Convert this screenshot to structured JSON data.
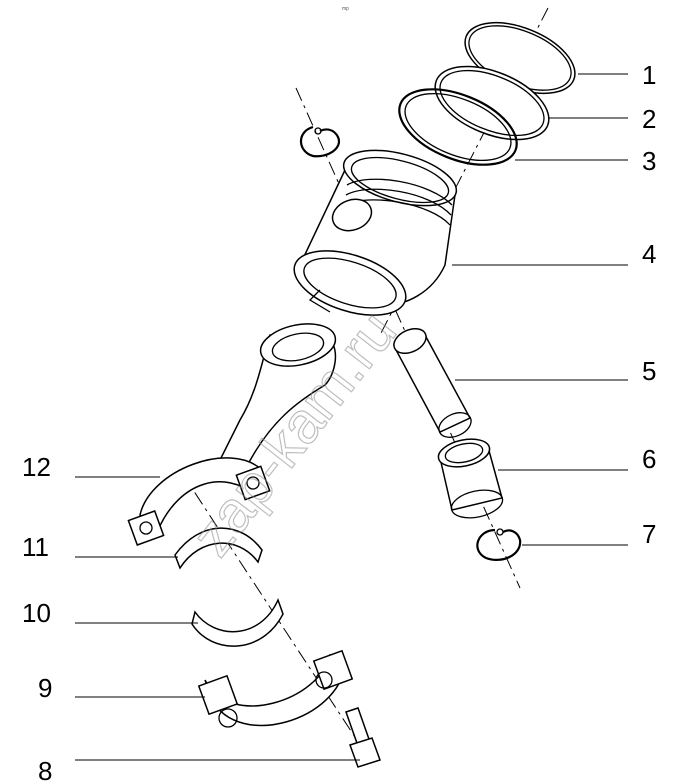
{
  "callouts": [
    {
      "id": "1",
      "label": "1"
    },
    {
      "id": "2",
      "label": "2"
    },
    {
      "id": "3",
      "label": "3"
    },
    {
      "id": "4",
      "label": "4"
    },
    {
      "id": "5",
      "label": "5"
    },
    {
      "id": "6",
      "label": "6"
    },
    {
      "id": "7",
      "label": "7"
    },
    {
      "id": "8",
      "label": "8"
    },
    {
      "id": "9",
      "label": "9"
    },
    {
      "id": "10",
      "label": "10"
    },
    {
      "id": "11",
      "label": "11"
    },
    {
      "id": "12",
      "label": "12"
    }
  ],
  "watermark": "zap-kam.ru",
  "corner_mark": "mp"
}
